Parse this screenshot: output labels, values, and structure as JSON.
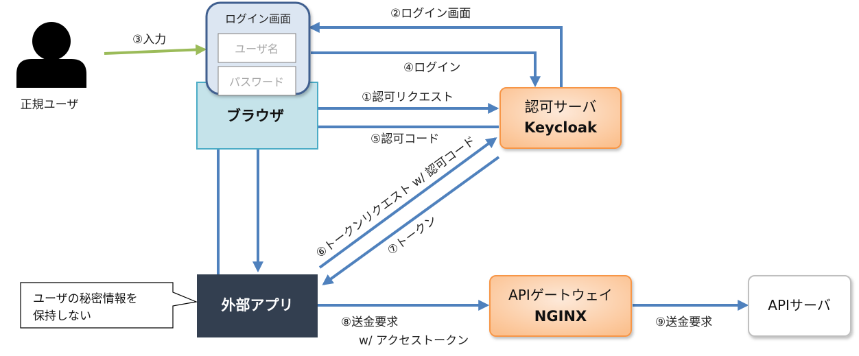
{
  "user": {
    "label": "正規ユーザ"
  },
  "login_window": {
    "title": "ログイン画面",
    "username_placeholder": "ユーザ名",
    "password_placeholder": "パスワード"
  },
  "browser": {
    "label": "ブラウザ"
  },
  "auth_server": {
    "line1": "認可サーバ",
    "line2": "Keycloak"
  },
  "external_app": {
    "label": "外部アプリ"
  },
  "gateway": {
    "line1": "APIゲートウェイ",
    "line2": "NGINX"
  },
  "api_server": {
    "label": "APIサーバ"
  },
  "callout": {
    "line1": "ユーザの秘密情報を",
    "line2": "保持しない"
  },
  "steps": {
    "s1": "①認可リクエスト",
    "s2": "②ログイン画面",
    "s3": "③入力",
    "s4": "④ログイン",
    "s5": "⑤認可コード",
    "s6": "⑥トークンリクエスト w/ 認可コード",
    "s7": "⑦トークン",
    "s8_line1": "⑧送金要求",
    "s8_line2": "w/ アクセストークン",
    "s9": "⑨送金要求"
  },
  "colors": {
    "arrow_blue": "#4f81bd",
    "arrow_green": "#9bbb59",
    "browser_fill": "#c5e3ea",
    "browser_border": "#4bacc6",
    "login_fill": "#dce6f2",
    "login_border": "#3f5f8f",
    "orange_fill": "#fcd5b4",
    "orange_border": "#f79646",
    "app_fill": "#333f50",
    "user_icon": "#000000"
  }
}
